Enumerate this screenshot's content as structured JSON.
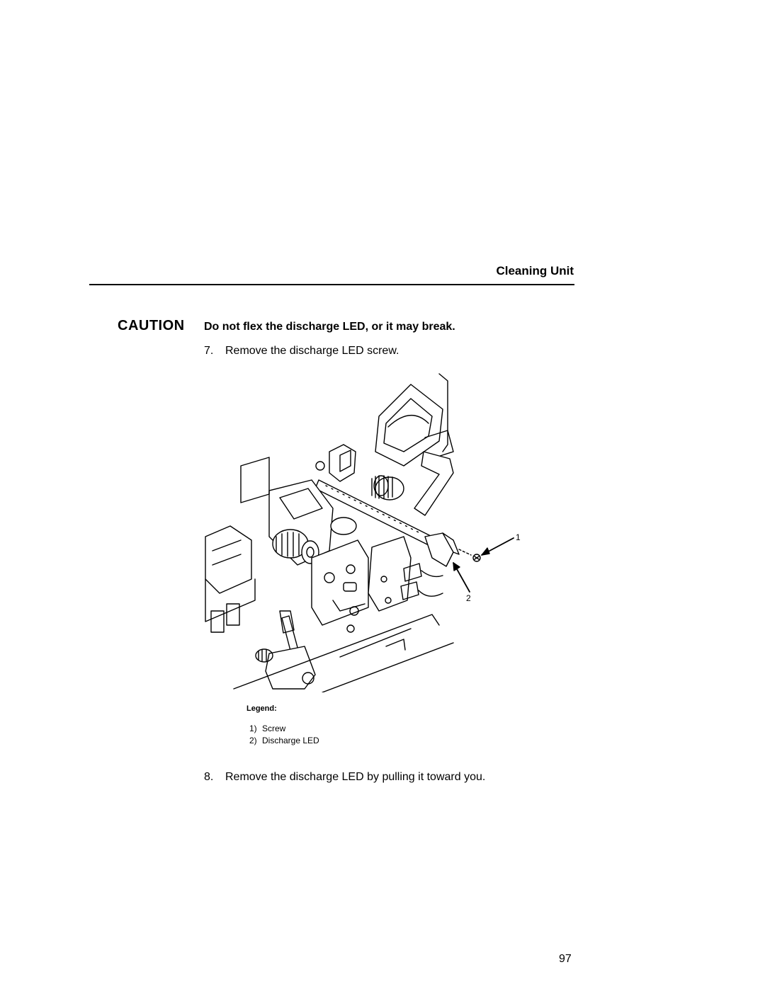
{
  "header": {
    "section_title": "Cleaning Unit"
  },
  "caution": {
    "label": "CAUTION",
    "text": "Do not flex the discharge LED, or it may break."
  },
  "steps": [
    {
      "number": "7.",
      "text": "Remove the discharge LED screw."
    },
    {
      "number": "8.",
      "text": "Remove the discharge LED by pulling it toward you."
    }
  ],
  "figure": {
    "callouts": [
      "1",
      "2"
    ],
    "legend": {
      "title": "Legend:",
      "items": [
        {
          "number": "1)",
          "text": "Screw"
        },
        {
          "number": "2)",
          "text": "Discharge LED"
        }
      ]
    }
  },
  "footer": {
    "page_number": "97"
  }
}
